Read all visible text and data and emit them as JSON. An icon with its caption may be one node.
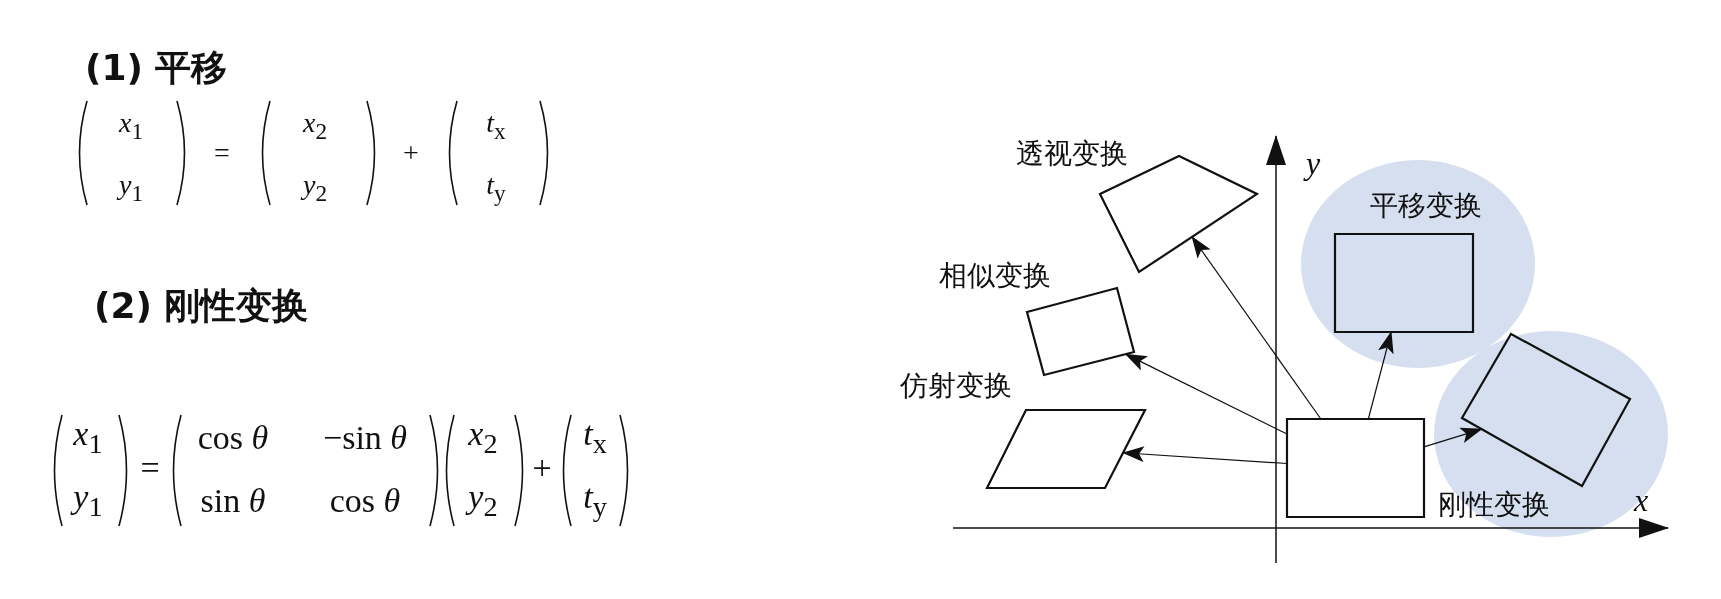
{
  "diagram": {
    "nodes": [
      {
        "text": [
          "透视变换"
        ]
      },
      {
        "text": [
          "平移变换"
        ]
      },
      {
        "text": [],
        "shape": "box",
        "in": 1
      },
      {
        "text": [
          "相似变换"
        ]
      },
      {
        "text": [
          "仿射变换"
        ]
      },
      {
        "text": [],
        "shape": "box"
      },
      {
        "text": [
          "刚性变换"
        ]
      },
      {
        "text": [],
        "shape": "box",
        "in": 6
      }
    ],
    "edges": [
      {
        "from": 5,
        "to": 4,
        "arrow": "to"
      },
      {
        "from": 5,
        "to": 3,
        "arrow": "to"
      },
      {
        "from": 5,
        "to": 0,
        "arrow": "to"
      },
      {
        "from": 5,
        "to": 2,
        "arrow": "to"
      },
      {
        "from": 5,
        "to": 7,
        "arrow": "to"
      }
    ],
    "labels": [
      "(1) 平移",
      "*x*$_{1}$",
      "*y*$_{1}$",
      "=",
      "*x*$_{2}$",
      "*y*$_{2}$",
      "+",
      "*t*$_{x}$",
      "*t*$_{y}$",
      "(2) 刚性变换",
      "*x*$_{1}$",
      "*y*$_{1}$",
      "=",
      "cos *θ*",
      "−sin *θ*",
      "sin *θ*",
      "cos *θ*",
      "*x*$_{2}$",
      "*y*$_{2}$",
      "+",
      "*t*$_{x}$",
      "*t*$_{y}$",
      "y",
      "x"
    ]
  }
}
